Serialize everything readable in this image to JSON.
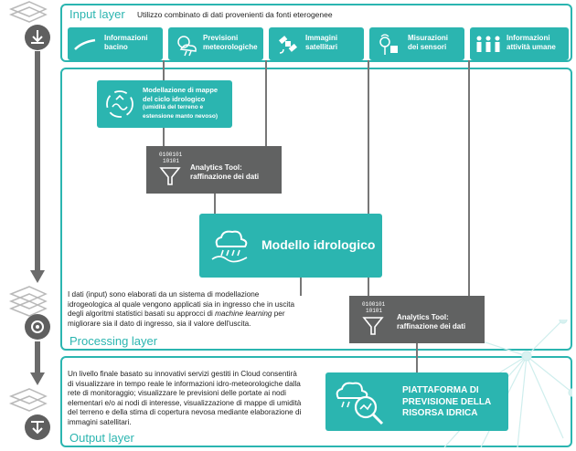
{
  "input_layer": {
    "title": "Input layer",
    "subtitle": "Utilizzo combinato di dati provenienti da fonti eterogenee",
    "sources": [
      {
        "label_1": "Informazioni",
        "label_2": "bacino",
        "icon": "basin-curve-icon"
      },
      {
        "label_1": "Previsioni",
        "label_2": "meteorologiche",
        "icon": "weather-icon"
      },
      {
        "label_1": "Immagini",
        "label_2": "satellitari",
        "icon": "satellite-icon"
      },
      {
        "label_1": "Misurazioni",
        "label_2": "dei sensori",
        "icon": "sensor-icon"
      },
      {
        "label_1": "Informazioni",
        "label_2": "attività umane",
        "icon": "people-icon"
      }
    ]
  },
  "processing_layer": {
    "title": "Processing layer",
    "mapping_box": {
      "line_1": "Modellazione di mappe",
      "line_2": "del ciclo idrologico",
      "line_3": "(umidità del terreno e",
      "line_4": "estensione manto nevoso)"
    },
    "analytics_1": {
      "line_1": "Analytics Tool:",
      "line_2": "raffinazione dei dati",
      "binary_1": "0100101",
      "binary_2": "10101"
    },
    "model_box": {
      "label": "Modello idrologico"
    },
    "analytics_2": {
      "line_1": "Analytics Tool:",
      "line_2": "raffinazione dei dati",
      "binary_1": "0100101",
      "binary_2": "10101"
    },
    "description": {
      "line_1": "I dati (input) sono elaborati da un sistema di modellazione",
      "line_2": "idrogeologica al quale vengono applicati sia in ingresso che in uscita",
      "line_3": "degli algoritmi statistici basati su approcci di ",
      "line_3_italic": "machine learning",
      "line_3_end": " per",
      "line_4": "migliorare sia il dato di ingresso, sia il valore dell'uscita."
    }
  },
  "output_layer": {
    "title": "Output layer",
    "description": [
      "Un livello finale basato su innovativi servizi gestiti in Cloud consentirà",
      "di visualizzare in tempo reale le informazioni idro-meteorologiche dalla",
      "rete di monitoraggio; visualizzare le previsioni delle portate ai nodi",
      "elementari e/o ai nodi di interesse, visualizzazione di mappe di umidità",
      "del terreno e della stima di copertura nevosa mediante elaborazione di",
      "immagini satellitari."
    ],
    "platform": {
      "line_1": "PIATTAFORMA DI",
      "line_2": "PREVISIONE DELLA",
      "line_3": "RISORSA IDRICA"
    }
  },
  "colors": {
    "teal": "#2bb5b0",
    "grey": "#616262",
    "rail": "#6b6b6b"
  }
}
